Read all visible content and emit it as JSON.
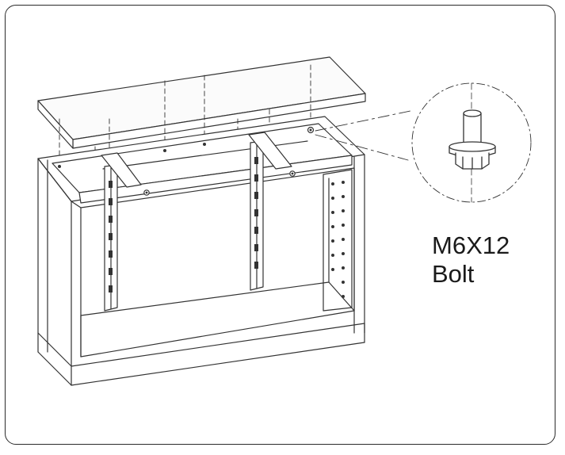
{
  "callout": {
    "part_code": "M6X12",
    "part_name": "Bolt"
  },
  "icons": {
    "bolt": "bolt-icon",
    "top_panel": "worktop-panel",
    "cabinet": "cabinet-frame"
  },
  "colors": {
    "line": "#333333",
    "background": "#ffffff",
    "frame_border": "#2b2b2b"
  }
}
